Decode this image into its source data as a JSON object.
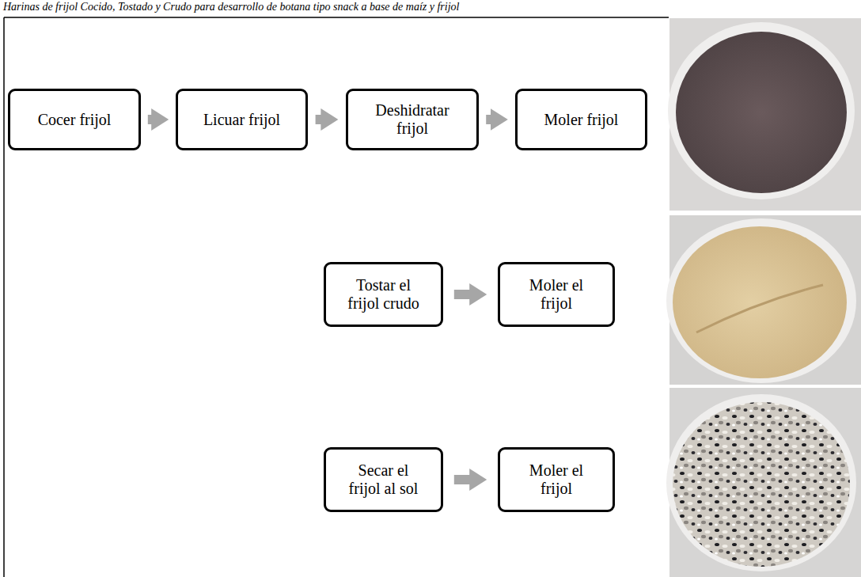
{
  "diagram": {
    "caption": "Harinas de frijol Cocido, Tostado y Crudo para desarrollo de botana tipo snack a base de maíz y frijol",
    "nodes": [
      {
        "text": [
          "Cocer frijol"
        ]
      },
      {
        "text": [
          "Licuar frijol"
        ]
      },
      {
        "text": [
          "Deshidratar frijol"
        ]
      },
      {
        "text": [
          "Moler frijol"
        ]
      },
      {
        "text": [
          "Tostar el frijol crudo"
        ]
      },
      {
        "text": [
          "Moler el frijol"
        ]
      },
      {
        "text": [
          "Secar el frijol al sol"
        ]
      },
      {
        "text": [
          "Moler el frijol"
        ]
      }
    ],
    "edges": [
      {
        "from": 0,
        "to": 1,
        "arrow": "to"
      },
      {
        "from": 1,
        "to": 2,
        "arrow": "to"
      },
      {
        "from": 2,
        "to": 3,
        "arrow": "to"
      },
      {
        "from": 4,
        "to": 5,
        "arrow": "to"
      },
      {
        "from": 6,
        "to": 7,
        "arrow": "to"
      }
    ]
  }
}
